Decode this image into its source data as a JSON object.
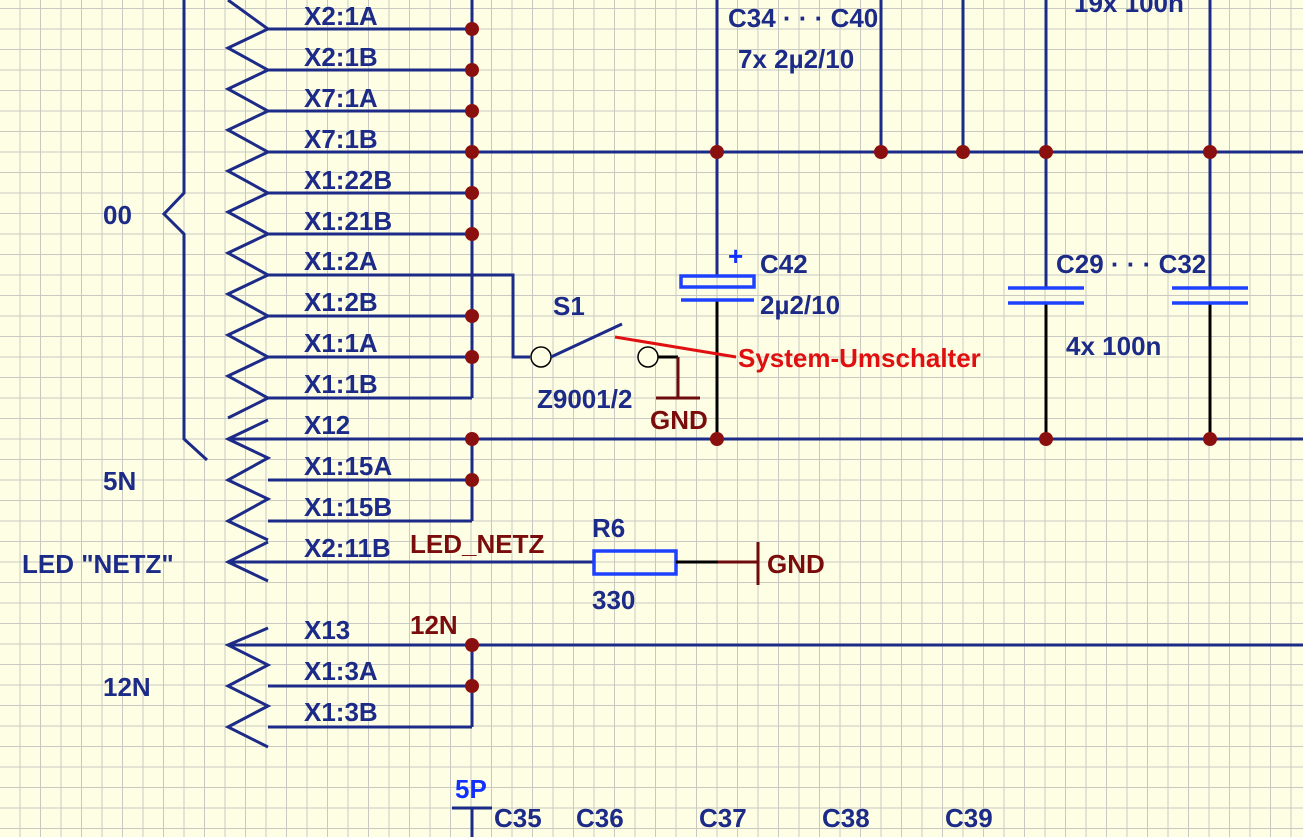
{
  "groups": {
    "g00": "00",
    "g5n": "5N",
    "led_netz": "LED \"NETZ\"",
    "g12n": "12N"
  },
  "connectors": [
    "X2:1A",
    "X2:1B",
    "X7:1A",
    "X7:1B",
    "X1:22B",
    "X1:21B",
    "X1:2A",
    "X1:2B",
    "X1:1A",
    "X1:1B",
    "X12",
    "X1:15A",
    "X1:15B",
    "X2:11B",
    "X13",
    "X1:3A",
    "X1:3B"
  ],
  "nets": {
    "led_netz": "LED_NETZ",
    "n12": "12N",
    "gnd": "GND",
    "p5": "5P"
  },
  "components": {
    "c34_c40": "C34 · · · C40",
    "c34_c40_value": "7x 2µ2/10",
    "top_right_value": "19x 100n",
    "c42": "C42",
    "c42_value": "2µ2/10",
    "c42_plus": "+",
    "c29_c32": "C29 · · · C32",
    "c29_c32_value": "4x 100n",
    "s1": "S1",
    "s1_part": "Z9001/2",
    "r6": "R6",
    "r6_value": "330",
    "switch_note": "System-Umschalter"
  },
  "bottom_caps": [
    "C35",
    "C36",
    "C37",
    "C38",
    "C39"
  ],
  "colors": {
    "wire": "#1c2a88",
    "net_label": "#7a0c0c",
    "note": "#e01010",
    "junction": "#8a1010",
    "grid_background": "#fefee4"
  }
}
